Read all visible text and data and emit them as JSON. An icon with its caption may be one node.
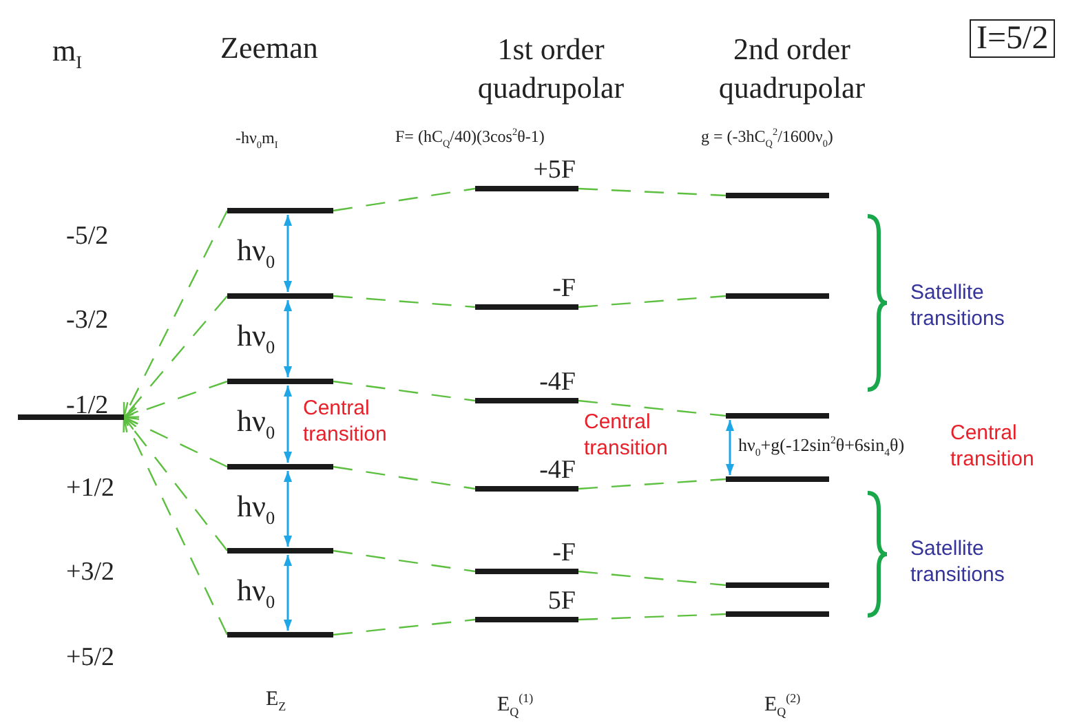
{
  "diagram": {
    "nodes": [
      {
        "text": [],
        "shape": "bar"
      },
      {
        "text": [],
        "shape": "bar"
      },
      {
        "text": [],
        "shape": "bar"
      },
      {
        "text": [],
        "shape": "bar"
      },
      {
        "text": [],
        "shape": "bar"
      },
      {
        "text": [],
        "shape": "bar"
      },
      {
        "text": [],
        "shape": "bar"
      },
      {
        "text": [
          "+5F"
        ]
      },
      {
        "text": [
          "-F"
        ]
      },
      {
        "text": [
          "-4F"
        ]
      },
      {
        "text": [
          "-4F"
        ]
      },
      {
        "text": [
          "-F"
        ]
      },
      {
        "text": [
          "5F"
        ]
      },
      {
        "text": [],
        "shape": "bar"
      },
      {
        "text": [],
        "shape": "bar"
      },
      {
        "text": [],
        "shape": "bar"
      },
      {
        "text": [],
        "shape": "bar"
      },
      {
        "text": [],
        "shape": "bar"
      },
      {
        "text": [],
        "shape": "bar"
      },
      {
        "text": [
          "I=5/2"
        ]
      }
    ],
    "edges": [
      {
        "from": 1,
        "to": 0,
        "arrow": "to",
        "style": "dashed"
      },
      {
        "from": 2,
        "to": 0,
        "arrow": "to",
        "style": "dashed"
      },
      {
        "from": 3,
        "to": 0,
        "arrow": "to",
        "style": "dashed"
      },
      {
        "from": 4,
        "to": 0,
        "arrow": "to",
        "style": "dashed"
      },
      {
        "from": 5,
        "to": 0,
        "arrow": "to",
        "style": "dashed"
      },
      {
        "from": 6,
        "to": 0,
        "arrow": "to",
        "style": "dashed"
      },
      {
        "from": 1,
        "to": 7,
        "arrow": "none",
        "style": "dashed"
      },
      {
        "from": 2,
        "to": 8,
        "arrow": "none",
        "style": "dashed"
      },
      {
        "from": 3,
        "to": 9,
        "arrow": "none",
        "style": "dashed"
      },
      {
        "from": 4,
        "to": 10,
        "arrow": "none",
        "style": "dashed"
      },
      {
        "from": 5,
        "to": 11,
        "arrow": "none",
        "style": "dashed"
      },
      {
        "from": 6,
        "to": 12,
        "arrow": "none",
        "style": "dashed"
      },
      {
        "from": 7,
        "to": 13,
        "arrow": "none",
        "style": "dashed"
      },
      {
        "from": 8,
        "to": 14,
        "arrow": "none",
        "style": "dashed"
      },
      {
        "from": 9,
        "to": 15,
        "arrow": "none",
        "style": "dashed"
      },
      {
        "from": 10,
        "to": 16,
        "arrow": "none",
        "style": "dashed"
      },
      {
        "from": 11,
        "to": 17,
        "arrow": "none",
        "style": "dashed"
      },
      {
        "from": 12,
        "to": 18,
        "arrow": "none",
        "style": "dashed"
      },
      {
        "from": 1,
        "to": 2,
        "arrow": "both",
        "color": "#1ea6e6",
        "label": "hν$_{0}$"
      },
      {
        "from": 2,
        "to": 3,
        "arrow": "both",
        "color": "#1ea6e6",
        "label": "hν$_{0}$"
      },
      {
        "from": 3,
        "to": 4,
        "arrow": "both",
        "color": "#1ea6e6",
        "label": "hν$_{0}$"
      },
      {
        "from": 4,
        "to": 5,
        "arrow": "both",
        "color": "#1ea6e6",
        "label": "hν$_{0}$"
      },
      {
        "from": 5,
        "to": 6,
        "arrow": "both",
        "color": "#1ea6e6",
        "label": "hν$_{0}$"
      },
      {
        "from": 15,
        "to": 16,
        "arrow": "both",
        "color": "#1ea6e6",
        "label": "hν$_{0}$+g(-12sin$^{2}$θ+6sin$_{4}$θ)"
      }
    ],
    "labels": [
      "m$_{I}$",
      "Zeeman",
      "1st order quadrupolar",
      "2nd order quadrupolar",
      "-hν$_{0}$m$_{I}$",
      "F= (hC$_{Q}$/40)(3cos$^{2}$θ-1)",
      "g = (-3hC$_{Q}$$^{2}$/1600ν$_{0}$)",
      "-5/2",
      "-3/2",
      "-1/2",
      "+1/2",
      "+3/2",
      "+5/2",
      "Satellite transitions",
      "Central transition",
      "Central transition",
      "Central transition",
      "Satellite transitions",
      "E$_{Z}$",
      "E$_{Q}$$^{(1)}$",
      "E$_{Q}$$^{(2)}$"
    ]
  }
}
